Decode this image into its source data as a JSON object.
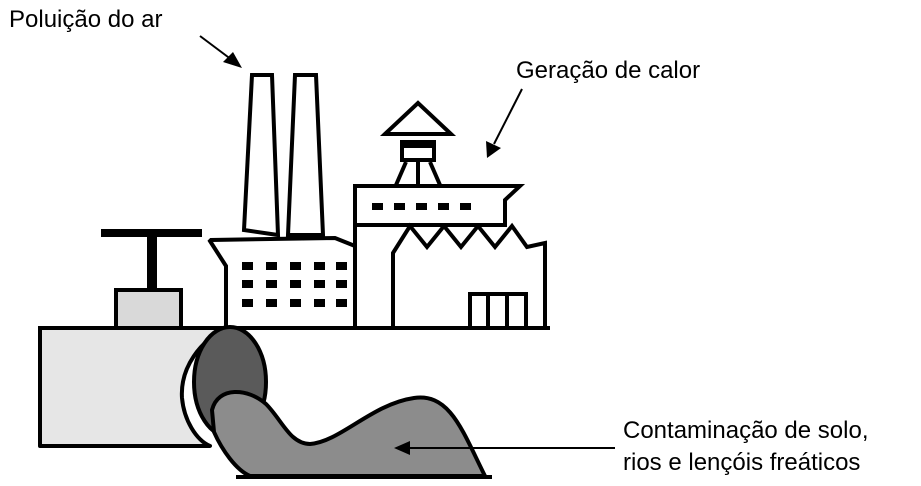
{
  "labels": {
    "air_pollution": "Poluição do ar",
    "heat_generation": "Geração de calor",
    "contamination_line1": "Contaminação de solo,",
    "contamination_line2": "rios e lençóis freáticos"
  },
  "colors": {
    "outline": "#000000",
    "background": "#ffffff",
    "pipe": "#e6e6e6",
    "pipe_opening": "#5a5a5a",
    "effluent": "#8c8c8c",
    "valve_base": "#d9d9d9"
  },
  "icons": [
    "factory-icon",
    "smokestack-icon",
    "valve-icon",
    "pipe-icon",
    "effluent-icon"
  ]
}
